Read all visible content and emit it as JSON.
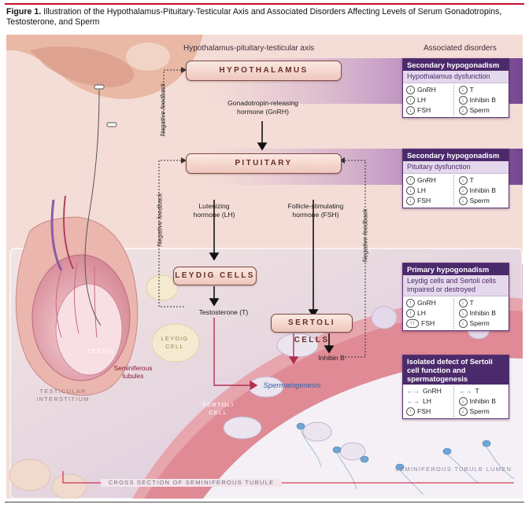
{
  "figure": {
    "title_bold": "Figure 1.",
    "title": "Illustration of the Hypothalamus-Pituitary-Testicular Axis and Associated Disorders Affecting Levels of Serum Gonadotropins, Testosterone, and Sperm"
  },
  "headers": {
    "axis": "Hypothalamus-pituitary-testicular axis",
    "disorders": "Associated disorders"
  },
  "organs": {
    "hypothalamus": "HYPOTHALAMUS",
    "pituitary": "PITUITARY",
    "leydig": "LEYDIG CELLS",
    "sertoli": "SERTOLI CELLS"
  },
  "hormones": {
    "gnrh": "Gonadotropin-releasing hormone (GnRH)",
    "lh": "Lutenizing hormone (LH)",
    "fsh": "Follicle-stimulating hormone (FSH)",
    "testosterone": "Testosterone (T)",
    "inhibin": "Inhibin B",
    "spermatogenesis": "Spermatogenesis"
  },
  "feedback": {
    "left_upper": "Negative feedback",
    "left_lower": "Negative feedback",
    "right": "Negative feedback"
  },
  "tissue_labels": {
    "testis": "TESTIS",
    "seminiferous_tubules": "Seminiferous tubules",
    "leydig_cell": "LEYDIG CELL",
    "testicular_interstitium": "TESTICULAR INTERSTITIUM",
    "sertoli_cell": "SERTOLI CELL",
    "lumen": "SEMINIFEROUS TUBULE LUMEN",
    "cross_section": "CROSS SECTION OF SEMINIFEROUS TUBULE"
  },
  "disorders": [
    {
      "title": "Secondary hypogonadism",
      "subtitle": "Hypothalamus dysfunction",
      "left": [
        {
          "icon": "down",
          "label": "GnRH"
        },
        {
          "icon": "down",
          "label": "LH"
        },
        {
          "icon": "down",
          "label": "FSH"
        }
      ],
      "right": [
        {
          "icon": "down",
          "label": "T"
        },
        {
          "icon": "down",
          "label": "Inhibin B"
        },
        {
          "icon": "down",
          "label": "Sperm"
        }
      ]
    },
    {
      "title": "Secondary hypogonadism",
      "subtitle": "Pituitary dysfunction",
      "left": [
        {
          "icon": "up",
          "label": "GnRH"
        },
        {
          "icon": "down",
          "label": "LH"
        },
        {
          "icon": "down",
          "label": "FSH"
        }
      ],
      "right": [
        {
          "icon": "down",
          "label": "T"
        },
        {
          "icon": "down",
          "label": "Inhibin B"
        },
        {
          "icon": "down",
          "label": "Sperm"
        }
      ]
    },
    {
      "title": "Primary hypogonadism",
      "subtitle": "Leydig cells and Sertoli cells impaired or destroyed",
      "left": [
        {
          "icon": "up",
          "label": "GnRH"
        },
        {
          "icon": "up",
          "label": "LH"
        },
        {
          "icon": "upup",
          "label": "FSH"
        }
      ],
      "right": [
        {
          "icon": "down",
          "label": "T"
        },
        {
          "icon": "down",
          "label": "Inhibin B"
        },
        {
          "icon": "down",
          "label": "Sperm"
        }
      ]
    },
    {
      "title": "Isolated defect of Sertoli cell function and spermatogenesis",
      "subtitle": "",
      "left": [
        {
          "icon": "normal",
          "label": "GnRH"
        },
        {
          "icon": "normal",
          "label": "LH"
        },
        {
          "icon": "up",
          "label": "FSH"
        }
      ],
      "right": [
        {
          "icon": "normal",
          "label": "T"
        },
        {
          "icon": "down",
          "label": "Inhibin B"
        },
        {
          "icon": "down",
          "label": "Sperm"
        }
      ]
    }
  ],
  "colors": {
    "accent": "#4b2a6b",
    "rule": "#c8102e",
    "band": "#8c5aa8"
  }
}
